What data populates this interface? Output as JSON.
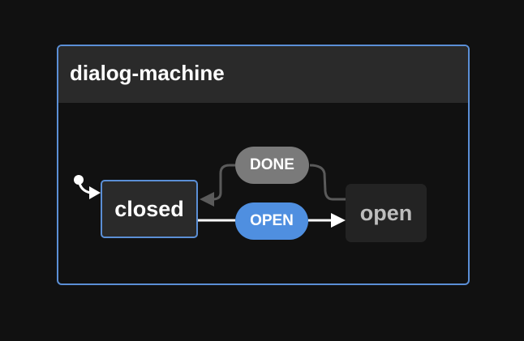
{
  "machine": {
    "title": "dialog-machine",
    "border_color": "#5b8fd6"
  },
  "states": [
    {
      "id": "closed",
      "label": "closed",
      "active": true,
      "initial": true
    },
    {
      "id": "open",
      "label": "open",
      "active": false,
      "initial": false
    }
  ],
  "transitions": [
    {
      "event": "OPEN",
      "from": "closed",
      "to": "open",
      "color": "#4f8fe0",
      "enabled": true
    },
    {
      "event": "DONE",
      "from": "open",
      "to": "closed",
      "color": "#7a7a7a",
      "enabled": false
    }
  ]
}
